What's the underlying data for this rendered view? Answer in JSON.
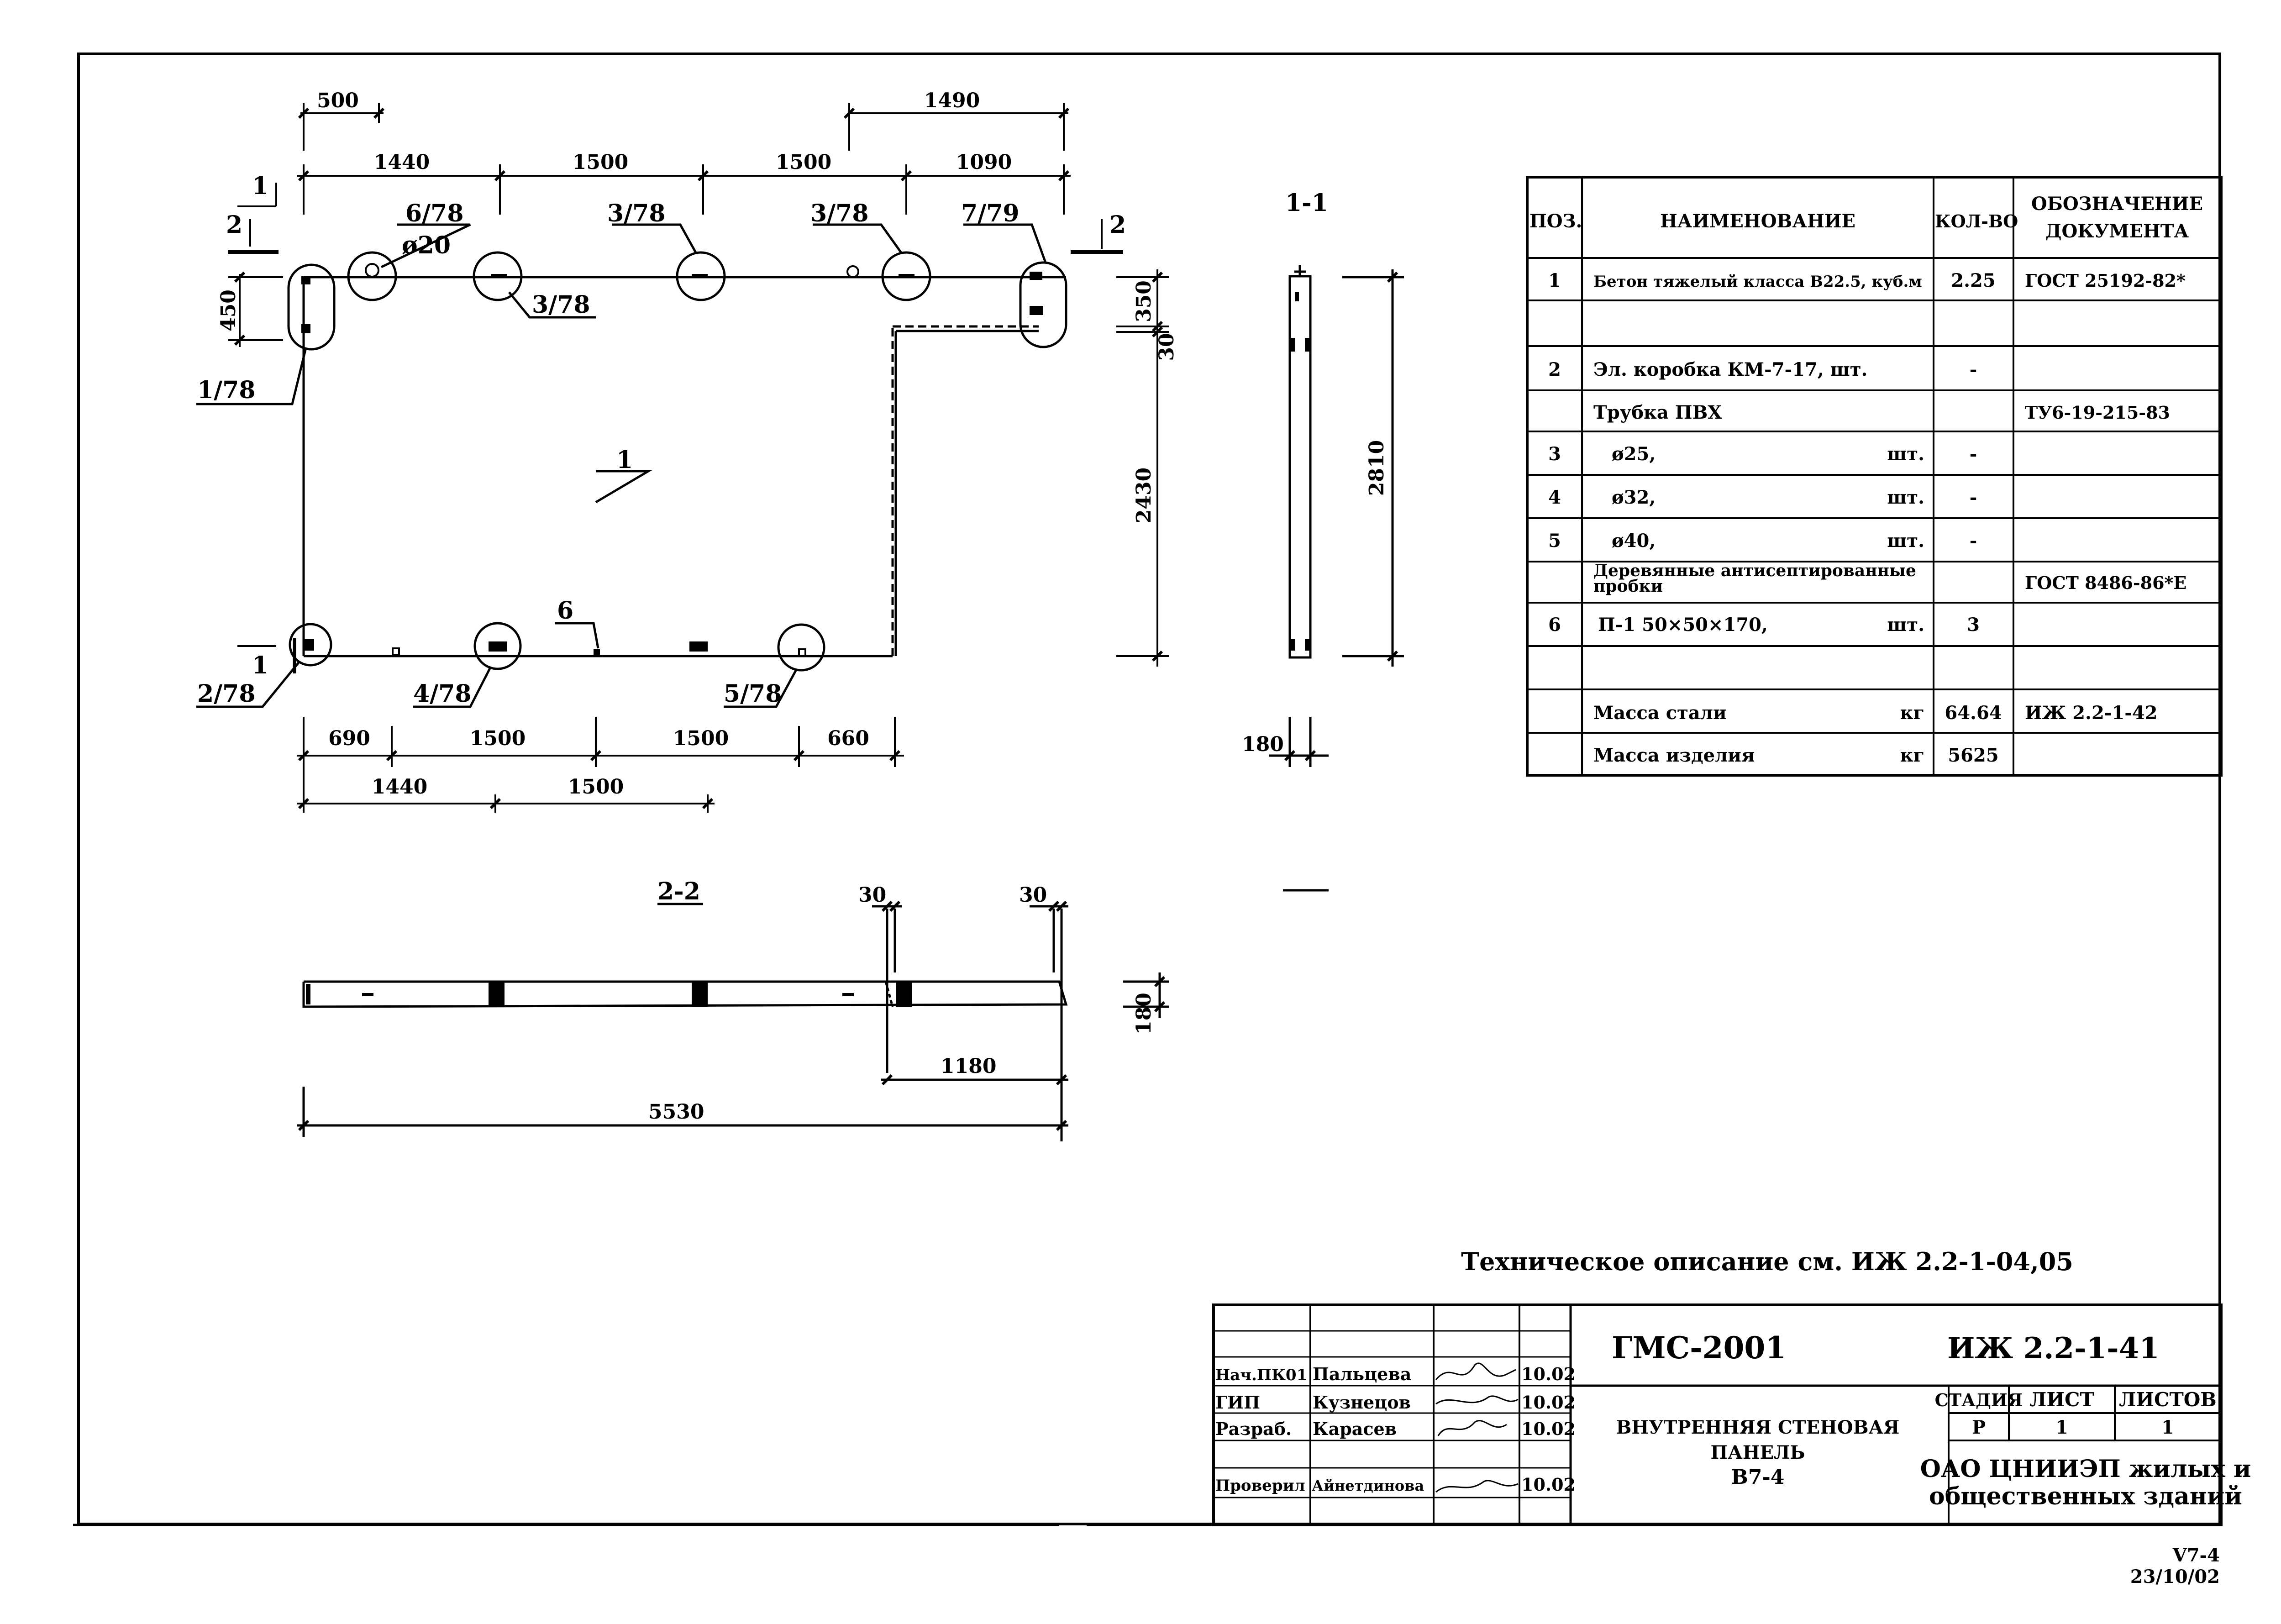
{
  "plan": {
    "dims_top": [
      "500",
      "1490",
      "1440",
      "1500",
      "1500",
      "1090"
    ],
    "dims_bottom": [
      "690",
      "1500",
      "1500",
      "660",
      "1440",
      "1500"
    ],
    "dims_side": [
      "450",
      "350",
      "30",
      "2430"
    ],
    "section_marks": [
      "1",
      "2",
      "2",
      "1"
    ],
    "callouts": [
      "6/78",
      "ø20",
      "3/78",
      "3/78",
      "3/78",
      "7/79",
      "1/78",
      "1",
      "6",
      "2/78",
      "4/78",
      "5/78"
    ]
  },
  "section_1_1": {
    "title": "1-1",
    "height": "2810",
    "thickness": "180"
  },
  "section_2_2": {
    "title": "2-2",
    "dims": [
      "30",
      "30",
      "180",
      "1180",
      "5530"
    ]
  },
  "spec_table": {
    "headers": [
      "ПОЗ.",
      "НАИМЕНОВАНИЕ",
      "КОЛ-ВО",
      "ОБОЗНАЧЕНИЕ",
      "ДОКУМЕНТА"
    ],
    "rows": [
      {
        "pos": "1",
        "name": "Бетон тяжелый класса В22.5, куб.м",
        "unit": "",
        "qty": "2.25",
        "doc": "ГОСТ 25192-82*"
      },
      {
        "pos": "",
        "name": "",
        "unit": "",
        "qty": "",
        "doc": ""
      },
      {
        "pos": "2",
        "name": "Эл. коробка КМ-7-17, шт.",
        "unit": "",
        "qty": "-",
        "doc": ""
      },
      {
        "pos": "",
        "name": "Трубка ПВХ",
        "unit": "",
        "qty": "",
        "doc": "ТУ6-19-215-83"
      },
      {
        "pos": "3",
        "name": "ø25,",
        "unit": "шт.",
        "qty": "-",
        "doc": ""
      },
      {
        "pos": "4",
        "name": "ø32,",
        "unit": "шт.",
        "qty": "-",
        "doc": ""
      },
      {
        "pos": "5",
        "name": "ø40,",
        "unit": "шт.",
        "qty": "-",
        "doc": ""
      },
      {
        "pos": "",
        "name": "Деревянные антисептированные",
        "name2": "пробки",
        "unit": "",
        "qty": "",
        "doc": "ГОСТ 8486-86*Е"
      },
      {
        "pos": "6",
        "name": "П-1 50×50×170,",
        "unit": "шт.",
        "qty": "3",
        "doc": ""
      },
      {
        "pos": "",
        "name": "",
        "unit": "",
        "qty": "",
        "doc": ""
      },
      {
        "pos": "",
        "name": "Масса стали",
        "unit": "кг",
        "qty": "64.64",
        "doc": "ИЖ 2.2-1-42"
      },
      {
        "pos": "",
        "name": "Масса изделия",
        "unit": "кг",
        "qty": "5625",
        "doc": ""
      }
    ]
  },
  "tech_note": "Техническое описание см. ИЖ 2.2-1-04,05",
  "title_block": {
    "series": "ГМС-2001",
    "doc_code": "ИЖ 2.2-1-41",
    "people": [
      {
        "role": "Нач.ПК01",
        "name": "Пальцева",
        "date": "10.02"
      },
      {
        "role": "ГИП",
        "name": "Кузнецов",
        "date": "10.02"
      },
      {
        "role": "Разраб.",
        "name": "Карасев",
        "date": "10.02"
      },
      {
        "role": "Проверил",
        "name": "Айнетдинова",
        "date": "10.02"
      }
    ],
    "product_line1": "ВНУТРЕННЯЯ СТЕНОВАЯ",
    "product_line2": "ПАНЕЛЬ",
    "product_line3": "В7-4",
    "stage_label": "СТАДИЯ",
    "sheet_label": "ЛИСТ",
    "sheets_label": "ЛИСТОВ",
    "stage": "Р",
    "sheet": "1",
    "sheets": "1",
    "org_line1": "ОАО ЦНИИЭП жилых и",
    "org_line2": "общественных зданий"
  },
  "footer": {
    "code": "V7-4",
    "date": "23/10/02"
  }
}
